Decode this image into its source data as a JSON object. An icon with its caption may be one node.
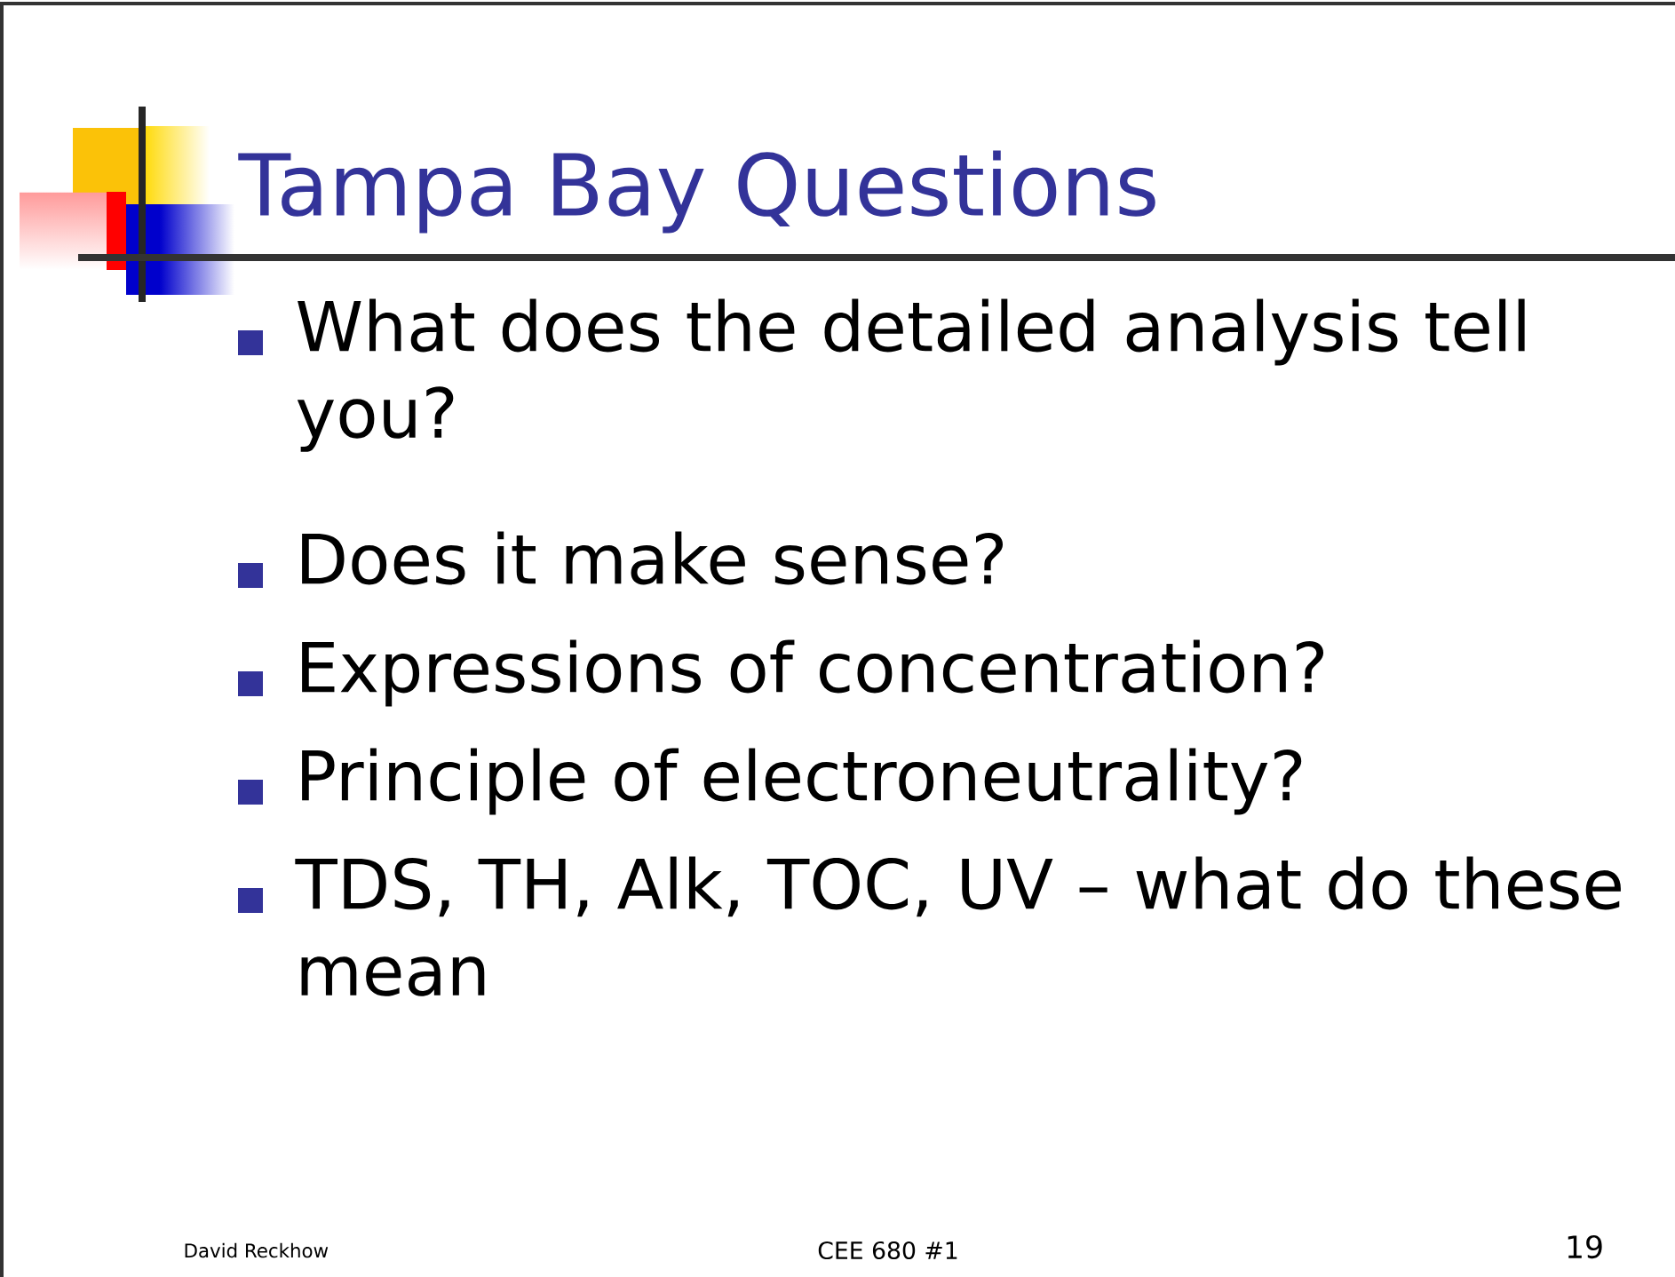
{
  "diagram": {
    "title": "Tampa Bay Questions",
    "labels": [
      "What does the detailed analysis tell you?",
      "Does it make sense?",
      "Expressions of concentration?",
      "Principle of electroneutrality?",
      "TDS, TH, Alk, TOC, UV – what do these mean",
      "David Reckhow",
      "CEE 680  #1",
      "19"
    ]
  }
}
